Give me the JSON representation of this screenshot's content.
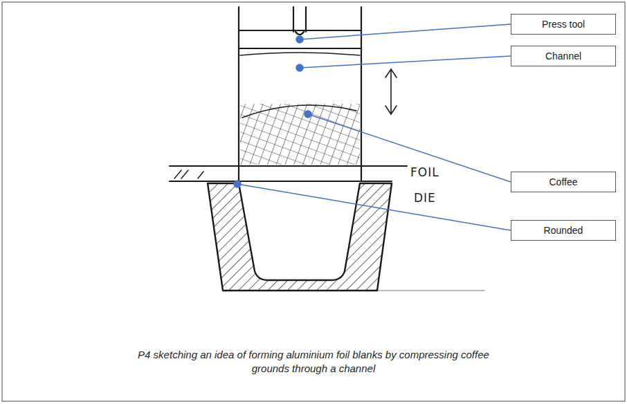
{
  "diagram": {
    "caption": "P4 sketching an idea of forming aluminium foil blanks by compressing coffee grounds through a channel",
    "nodes": [
      {
        "text": [
          "Press tool"
        ]
      },
      {
        "text": [
          "Channel"
        ]
      },
      {
        "text": [
          "Coffee"
        ]
      },
      {
        "text": [
          "Rounded"
        ]
      }
    ],
    "labels": [
      "FOIL",
      "DIE"
    ]
  }
}
